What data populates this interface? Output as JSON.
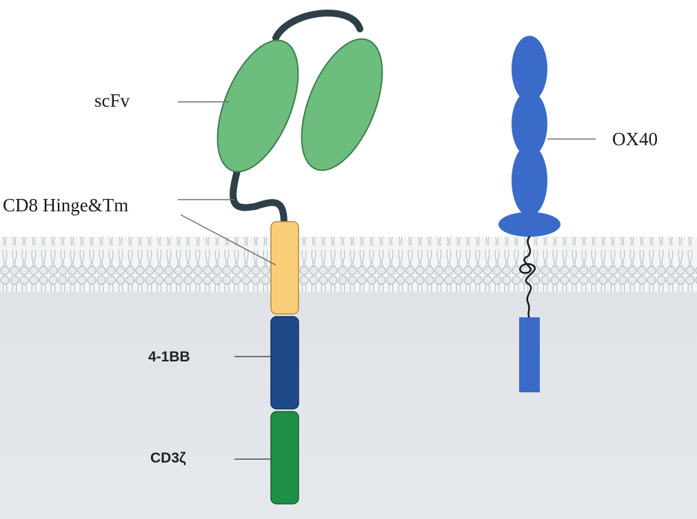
{
  "labels": {
    "scfv": "scFv",
    "cd8_hinge_tm": "CD8 Hinge&Tm",
    "ox40": "OX40",
    "four_1bb": "4-1BB",
    "cd3z": "CD3ζ"
  },
  "colors": {
    "scfv_green": "#6cbd7e",
    "hinge_tm_yellow": "#f8cf78",
    "four_1bb_navy": "#1f4a8a",
    "cd3z_green": "#1f8f45",
    "ox40_blue": "#3a6bc9",
    "linker_dark": "#2f3f48",
    "membrane_bead": "#e2e6e9",
    "cytoplasm_gray": "#e1e4e8"
  }
}
